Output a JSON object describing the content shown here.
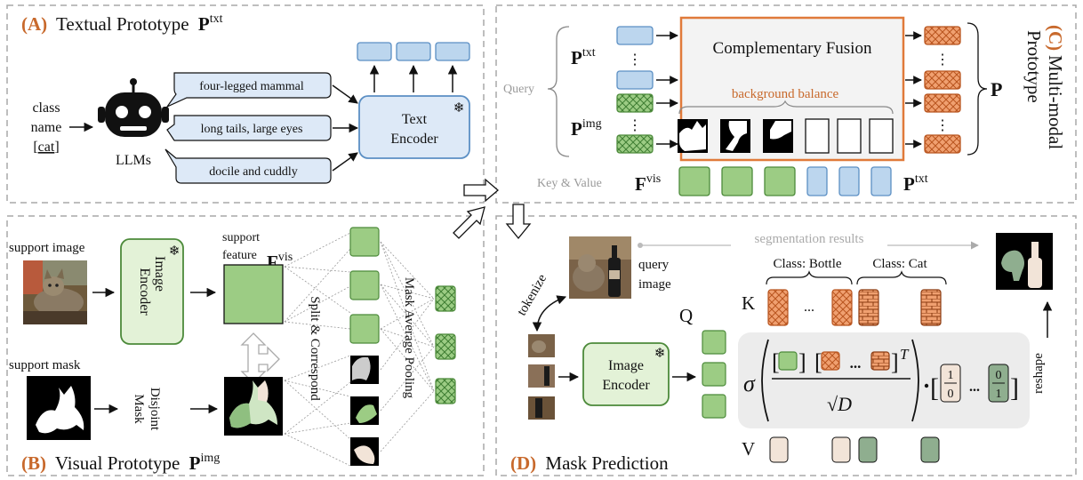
{
  "colors": {
    "panel_border": "#a8a8a8",
    "label_orange": "#c8692c",
    "text_token_fill": "#bcd6ee",
    "text_token_stroke": "#5b8fc4",
    "visual_fill": "#9ccc84",
    "visual_stroke": "#4c8a3a",
    "fused_fill": "#f0a070",
    "encoder_blue_fill": "#dde9f7",
    "encoder_green_fill": "#e3f2d7",
    "v_light": "#f2e4d8",
    "v_dark": "#8fae8f",
    "fusion_border": "#e07a3a"
  },
  "panel_a": {
    "letter": "(A)",
    "title": "Textual Prototype",
    "symbol": "P",
    "sup": "txt",
    "class_word": "class",
    "name_word": "name",
    "bracket_open": "[",
    "cat_word": "cat",
    "bracket_close": "]",
    "llm_label": "LLMs",
    "descriptions": [
      "four-legged mammal",
      "long tails, large eyes",
      "docile and cuddly"
    ],
    "encoder_line1": "Text",
    "encoder_line2": "Encoder",
    "freeze_glyph": "❄"
  },
  "panel_b": {
    "letter": "(B)",
    "title": "Visual Prototype",
    "symbol": "P",
    "sup": "img",
    "support_image": "support image",
    "support_mask": "support mask",
    "encoder_line1": "Image",
    "encoder_line2": "Encoder",
    "support_feature_line1": "support",
    "support_feature_line2": "feature",
    "fvis_symbol": "F",
    "fvis_sup": "vis",
    "disjoint_line1": "Disjoint",
    "disjoint_line2": "Mask",
    "split_label": "Split & Correspond",
    "pooling_label": "Mask Average Pooling"
  },
  "panel_c": {
    "letter": "(C)",
    "title_line1": "Multi-modal",
    "title_line2": "Prototype",
    "fusion_title": "Complementary Fusion",
    "background_balance": "background balance",
    "query_label": "Query",
    "key_value_label": "Key & Value",
    "ptxt_symbol": "P",
    "ptxt_sup": "txt",
    "pimg_symbol": "P",
    "pimg_sup": "img",
    "fvis_symbol": "F",
    "fvis_sup": "vis",
    "p_symbol": "P",
    "dots": "⋮"
  },
  "panel_d": {
    "letter": "(D)",
    "title": "Mask Prediction",
    "query_image_line1": "query",
    "query_image_line2": "image",
    "tokenize": "tokenize",
    "segmentation_results": "segmentation results",
    "class_bottle": "Class: Bottle",
    "class_cat": "Class: Cat",
    "k_label": "K",
    "q_label": "Q",
    "v_label": "V",
    "encoder_line1": "Image",
    "encoder_line2": "Encoder",
    "reshape": "reshape",
    "ellipsis": "...",
    "sigma": "σ",
    "sqrt_d": "√D",
    "transpose": "T",
    "onehot_a_top": "1",
    "onehot_a_bottom": "0",
    "onehot_b_top": "0",
    "onehot_b_bottom": "1"
  }
}
